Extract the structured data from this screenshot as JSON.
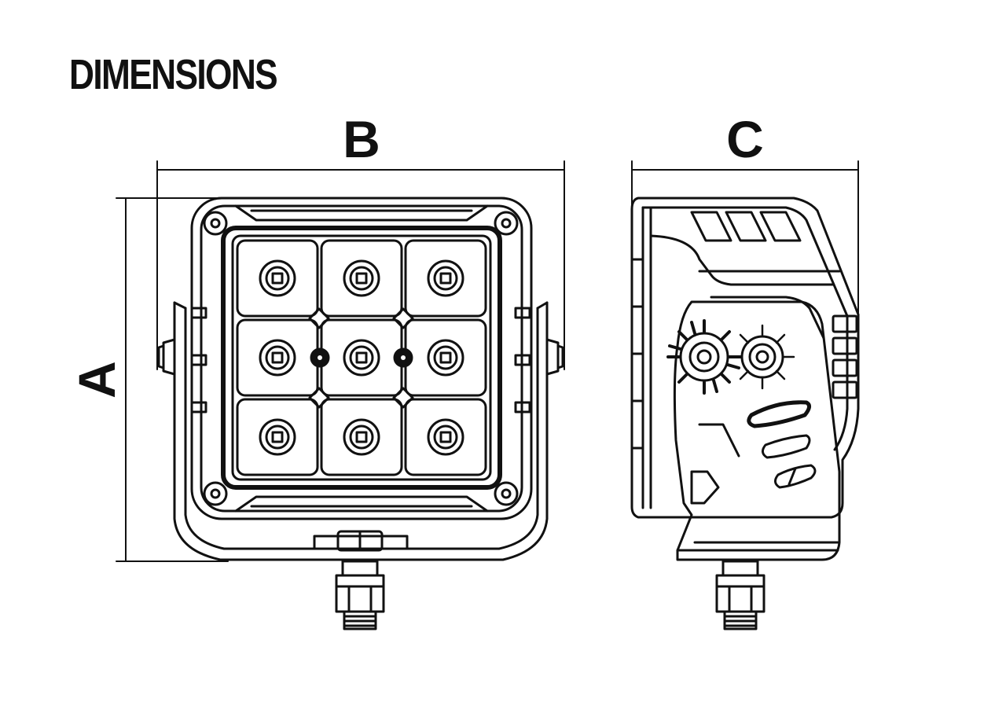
{
  "title": "DIMENSIONS",
  "labels": {
    "a": "A",
    "b": "B",
    "c": "C"
  },
  "colors": {
    "ink": "#111111",
    "background": "#ffffff"
  }
}
